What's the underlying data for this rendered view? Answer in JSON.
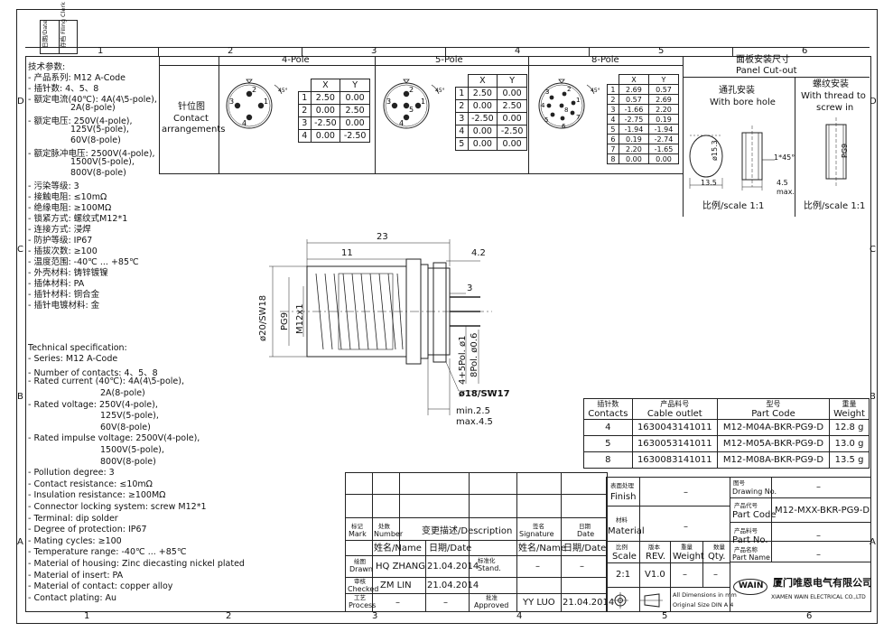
{
  "grid": {
    "top": [
      "1",
      "2",
      "3",
      "4",
      "5",
      "6"
    ],
    "bottom": [
      "1",
      "2",
      "3",
      "4",
      "5",
      "6"
    ],
    "left": [
      "D",
      "C",
      "B",
      "A"
    ],
    "right": [
      "D",
      "C",
      "B",
      "A"
    ]
  },
  "corner_box": {
    "date_label": "日期/Date",
    "filing_label": "存档 Filing Clerk"
  },
  "tech_params_cn": {
    "heading": "技术参数:",
    "lines": [
      "- 产品系列: M12 A-Code",
      "- 插针数: 4、5、8",
      "- 额定电流(40℃): 4A(4\\5-pole),",
      "2A(8-pole)",
      "- 额定电压: 250V(4-pole),",
      "125V(5-pole),",
      "60V(8-pole)",
      "- 额定脉冲电压: 2500V(4-pole),",
      "1500V(5-pole),",
      "800V(8-pole)",
      "- 污染等级: 3",
      "- 接触电阻: ≤10mΩ",
      "- 绝缘电阻: ≥100MΩ",
      "- 锁紧方式: 螺纹式M12*1",
      "- 连接方式: 浸焊",
      "- 防护等级: IP67",
      "- 插拔次数: ≥100",
      "- 温度范围: -40℃ ... +85℃",
      "- 外壳材料: 铸锌镀镍",
      "- 插体材料: PA",
      "- 插针材料: 铜合金",
      "- 插针电镀材料: 金"
    ]
  },
  "tech_params_en": {
    "heading": "Technical specification:",
    "lines": [
      "- Series: M12 A-Code",
      "- Number of contacts: 4、5、8",
      "- Rated current (40℃): 4A(4\\5-pole),",
      "2A(8-pole)",
      "- Rated voltage: 250V(4-pole),",
      "125V(5-pole),",
      "60V(8-pole)",
      "- Rated impulse voltage: 2500V(4-pole),",
      "1500V(5-pole),",
      "800V(8-pole)",
      "- Pollution degree: 3",
      "- Contact resistance: ≤10mΩ",
      "- Insulation resistance: ≥100MΩ",
      "- Connector locking system: screw M12*1",
      "- Terminal: dip solder",
      "- Degree of protection: IP67",
      "- Mating cycles: ≥100",
      "- Temperature range: -40℃ ... +85℃",
      "- Material of housing: Zinc diecasting nickel plated",
      "- Material of insert: PA",
      "- Material of contact: copper alloy",
      "- Contact plating: Au"
    ]
  },
  "arrangements": {
    "label_cn": "针位图",
    "label_en1": "Contact",
    "label_en2": "arrangements",
    "pole4": {
      "title": "4-Pole",
      "header": [
        "",
        "X",
        "Y"
      ],
      "rows": [
        [
          "1",
          "2.50",
          "0.00"
        ],
        [
          "2",
          "0.00",
          "2.50"
        ],
        [
          "3",
          "-2.50",
          "0.00"
        ],
        [
          "4",
          "0.00",
          "-2.50"
        ]
      ]
    },
    "pole5": {
      "title": "5-Pole",
      "header": [
        "",
        "X",
        "Y"
      ],
      "rows": [
        [
          "1",
          "2.50",
          "0.00"
        ],
        [
          "2",
          "0.00",
          "2.50"
        ],
        [
          "3",
          "-2.50",
          "0.00"
        ],
        [
          "4",
          "0.00",
          "-2.50"
        ],
        [
          "5",
          "0.00",
          "0.00"
        ]
      ]
    },
    "pole8": {
      "title": "8-Pole",
      "header": [
        "",
        "X",
        "Y"
      ],
      "rows": [
        [
          "1",
          "2.69",
          "0.57"
        ],
        [
          "2",
          "0.57",
          "2.69"
        ],
        [
          "3",
          "-1.66",
          "2.20"
        ],
        [
          "4",
          "-2.75",
          "0.19"
        ],
        [
          "5",
          "-1.94",
          "-1.94"
        ],
        [
          "6",
          "0.19",
          "-2.74"
        ],
        [
          "7",
          "2.20",
          "-1.65"
        ],
        [
          "8",
          "0.00",
          "0.00"
        ]
      ]
    }
  },
  "panel_cutout": {
    "title_cn": "面板安装尺寸",
    "title_en": "Panel Cut-out",
    "bore_cn": "通孔安装",
    "bore_en": "With bore hole",
    "thread_cn": "螺纹安装",
    "thread_en1": "With thread to",
    "thread_en2": "screw in",
    "dim_d": "ø15.3",
    "dim_w": "13.5",
    "dim_chamfer": "1*45°",
    "dim_depth": "4.5",
    "dim_max": "max.",
    "dim_pg": "PG9",
    "scale_left": "比例/scale 1:1",
    "scale_right": "比例/scale 1:1"
  },
  "main_drawing": {
    "d23": "23",
    "d11": "11",
    "d42": "4.2",
    "d3": "3",
    "pg9": "PG9",
    "m12": "M12x1",
    "d20": "ø20/SW18",
    "pin1": "4+5Pol. ø1",
    "pin2": "8Pol. ø0.6",
    "nut": "ø18/SW17",
    "min": "min.2.5",
    "max": "max.4.5"
  },
  "parts_table": {
    "header": [
      [
        "插针数",
        "Contacts"
      ],
      [
        "产品料号",
        "Cable outlet"
      ],
      [
        "型号",
        "Part Code"
      ],
      [
        "重量",
        "Weight"
      ]
    ],
    "rows": [
      [
        "4",
        "1630043141011",
        "M12-M04A-BKR-PG9-D",
        "12.8 g"
      ],
      [
        "5",
        "1630053141011",
        "M12-M05A-BKR-PG9-D",
        "13.0 g"
      ],
      [
        "8",
        "1630083141011",
        "M12-M08A-BKR-PG9-D",
        "13.5 g"
      ]
    ]
  },
  "revision_block": {
    "mark_cn": "标记",
    "mark_en": "Mark",
    "number_cn": "处数",
    "number_en": "Number",
    "desc": "变更描述/Description",
    "sig_cn": "签名",
    "sig_en": "Signature",
    "date_cn": "日期",
    "date_en": "Date",
    "name_date": "姓名/Name",
    "date_hdr": "日期/Date",
    "name_date2": "姓名/Name",
    "date_hdr2": "日期/Date",
    "drawn_cn": "绘图",
    "drawn_en": "Drawn",
    "checked_cn": "审核",
    "checked_en": "Checked",
    "process_cn": "工艺",
    "process_en": "Process",
    "stand_cn": "标准化",
    "stand_en": "Stand.",
    "approved_cn": "批准",
    "approved_en": "Approved",
    "drawn_name": "HQ ZHANG",
    "drawn_date": "21.04.2014",
    "checked_name": "ZM LIN",
    "checked_date": "21.04.2014",
    "process_name": "–",
    "process_date": "–",
    "stand_name": "–",
    "stand_date": "–",
    "approved_name": "YY LUO",
    "approved_date": "21.04.2014"
  },
  "title_block": {
    "finish_cn": "表面处理",
    "finish_en": "Finish",
    "finish_val": "–",
    "material_cn": "材料",
    "material_en": "Material",
    "material_val": "–",
    "scale_cn": "比例",
    "scale_en": "Scale",
    "scale_val": "2:1",
    "rev_cn": "版本",
    "rev_en": "REV.",
    "rev_val": "V1.0",
    "weight_cn": "重量",
    "weight_en": "Weight",
    "weight_val": "–",
    "qty_cn": "数量",
    "qty_en": "Qty.",
    "qty_val": "–",
    "drawing_cn": "图号",
    "drawing_en": "Drawing No.",
    "drawing_val": "–",
    "partcode_cn": "产品代号",
    "partcode_en": "Part Code",
    "partcode_val": "M12-MXX-BKR-PG9-D",
    "partno_cn": "产品料号",
    "partno_en": "Part No.",
    "partno_val": "–",
    "partname_cn": "产品名称",
    "partname_en": "Part Name",
    "partname_val": "–",
    "dims_note1": "All Dimensions in mm",
    "dims_note2": "Original Size DIN A 4",
    "logo_text": "WAIN",
    "company_cn": "厦门唯恩电气有限公司",
    "company_en": "XIAMEN WAIN ELECTRICAL CO.,LTD"
  }
}
